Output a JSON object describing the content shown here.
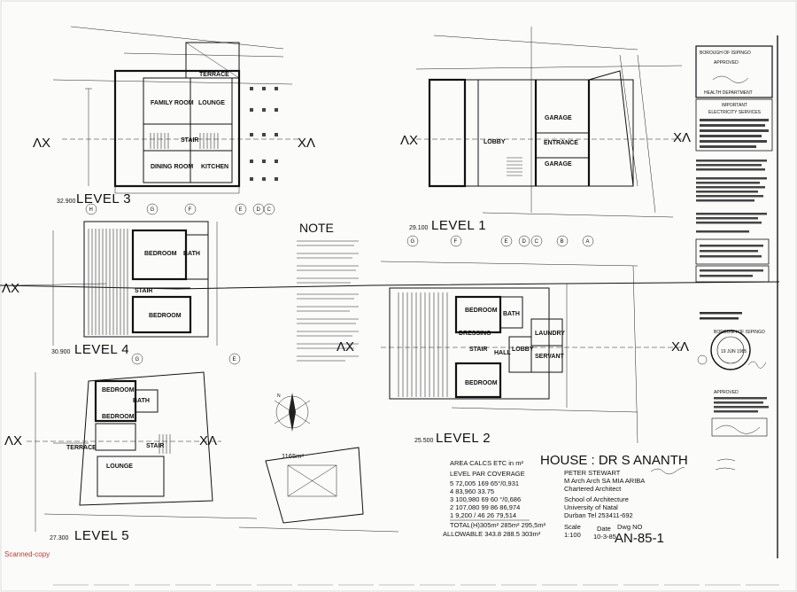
{
  "levels": {
    "level3": "LEVEL 3",
    "level1": "LEVEL 1",
    "level4": "LEVEL 4",
    "level2": "LEVEL 2",
    "level5": "LEVEL 5",
    "level3_elev": "32.900",
    "level1_elev": "29.100",
    "level4_elev": "30.900",
    "level2_elev": "25.500",
    "level5_elev": "27.300"
  },
  "rooms": {
    "family_room": "FAMILY ROOM",
    "lounge_l3": "LOUNGE",
    "stair_l3": "STAIR",
    "dining_room": "DINING ROOM",
    "kitchen": "KITCHEN",
    "terrace_l3": "TERRACE",
    "garage_1": "GARAGE",
    "entrance": "ENTRANCE",
    "garage_2": "GARAGE",
    "lobby_l1": "LOBBY",
    "bedroom_l4a": "BEDROOM",
    "bedroom_l4b": "BEDROOM",
    "bath_l4": "BATH",
    "stair_l4": "STAIR",
    "bedroom_l2a": "BEDROOM",
    "bedroom_l2b": "BEDROOM",
    "dressing": "DRESSING",
    "bath_l2": "BATH",
    "laundry": "LAUNDRY",
    "servant": "SERVANT",
    "stair_l2": "STAIR",
    "hall": "HALL",
    "lobby_l2": "LOBBY",
    "bedroom_l5a": "BEDROOM",
    "bedroom_l5b": "BEDROOM",
    "bath_l5": "BATH",
    "stair_l5": "STAIR",
    "terrace_l5": "TERRACE",
    "lounge_l5": "LOUNGE"
  },
  "grid_labels": [
    "H",
    "G",
    "F",
    "E",
    "D",
    "C",
    "B",
    "A"
  ],
  "section_marks": [
    "X",
    "X"
  ],
  "note": {
    "title": "NOTE"
  },
  "area_calcs": {
    "heading": "AREA CALCS ETC in m²",
    "columns": "LEVEL  PAR  COVERAGE",
    "rows": [
      "5  72,005 169   65°/0,931",
      "4  83,960 33.75",
      "3  100,980 69    60 °/0,686",
      "2  107,080 99    86  86,974",
      "1  9,200 / 46    26  79,514"
    ],
    "total": "TOTAL(H)305m²  285m²  295,5m²",
    "allowable": "ALLOWABLE 343.8   288.5  303m²"
  },
  "title_block": {
    "project": "HOUSE : DR S ANANTH",
    "architect": "PETER STEWART",
    "qualifications": "M Arch Arch SA MIA ARIBA",
    "profession": "Chartered Architect",
    "school": "School of Architecture",
    "university": "University of Natal",
    "city_tel": "Durban    Tel  253411-692",
    "scale_label": "Scale",
    "scale_value": "1:100",
    "date_label": "Date",
    "date_value": "10-3-85",
    "dwg_label": "Dwg NO",
    "dwg_value": "AN-85-1"
  },
  "stamps": {
    "approved_borough": "BOROUGH OF ISIPINGO",
    "approved_text": "APPROVED",
    "health_dept": "HEALTH DEPARTMENT",
    "important": "IMPORTANT",
    "electricity": "ELECTRICITY SERVICES",
    "approved_2": "APPROVED",
    "building_date": "19 JUN 1985",
    "borough_round": "BOROUGH OF ISIPINGO"
  },
  "plot_area": "1165m²",
  "watermark": "Scanned-copy",
  "colors": {
    "ink": "#111111",
    "paper": "#fbfbfa",
    "watermark": "#c0392b"
  }
}
